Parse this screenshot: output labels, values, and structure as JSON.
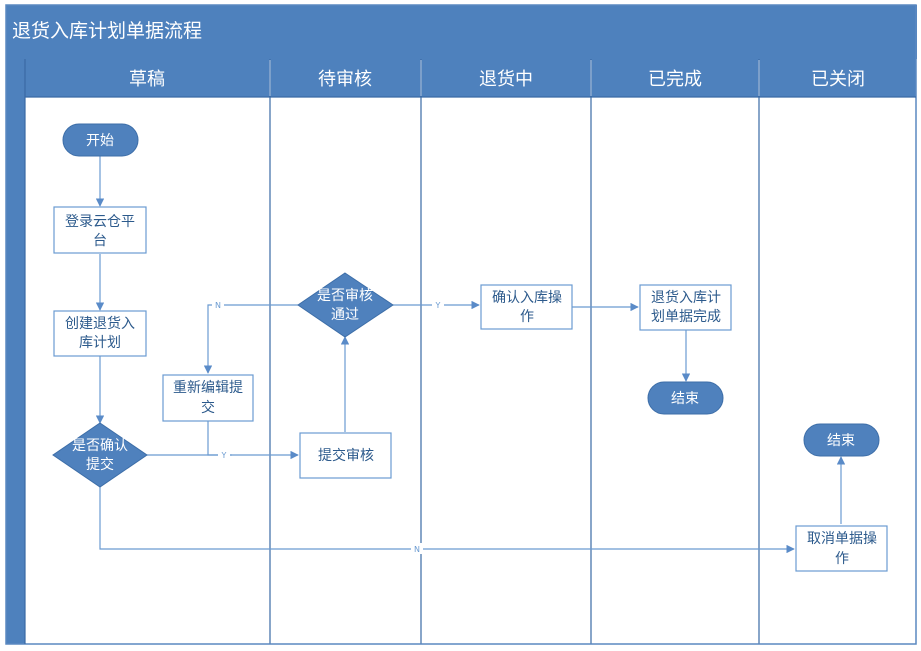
{
  "title": "退货入库计划单据流程",
  "lanes": [
    {
      "label": "草稿"
    },
    {
      "label": "待审核"
    },
    {
      "label": "退货中"
    },
    {
      "label": "已完成"
    },
    {
      "label": "已关闭"
    }
  ],
  "nodes": {
    "start": {
      "lines": [
        "开始"
      ]
    },
    "login": {
      "lines": [
        "登录云仓平",
        "台"
      ]
    },
    "create_plan": {
      "lines": [
        "创建退货入",
        "库计划"
      ]
    },
    "confirm_submit": {
      "lines": [
        "是否确认",
        "提交"
      ]
    },
    "reedit": {
      "lines": [
        "重新编辑提",
        "交"
      ]
    },
    "submit_review": {
      "lines": [
        "提交审核"
      ]
    },
    "review_pass": {
      "lines": [
        "是否审核",
        "通过"
      ]
    },
    "confirm_inbound": {
      "lines": [
        "确认入库操",
        "作"
      ]
    },
    "plan_done": {
      "lines": [
        "退货入库计",
        "划单据完成"
      ]
    },
    "end_done": {
      "lines": [
        "结束"
      ]
    },
    "end_closed": {
      "lines": [
        "结束"
      ]
    },
    "cancel": {
      "lines": [
        "取消单据操",
        "作"
      ]
    }
  },
  "edge_labels": {
    "review_no": "N",
    "review_yes": "Y",
    "submit_yes": "Y",
    "submit_no": "N"
  },
  "colors": {
    "header": "#4e81bd",
    "frame": "#6d9bd0",
    "node_fill": "#4f81bd",
    "node_text": "#ffffff",
    "box_text": "#2c5a8c",
    "line": "#6b9bd1"
  }
}
